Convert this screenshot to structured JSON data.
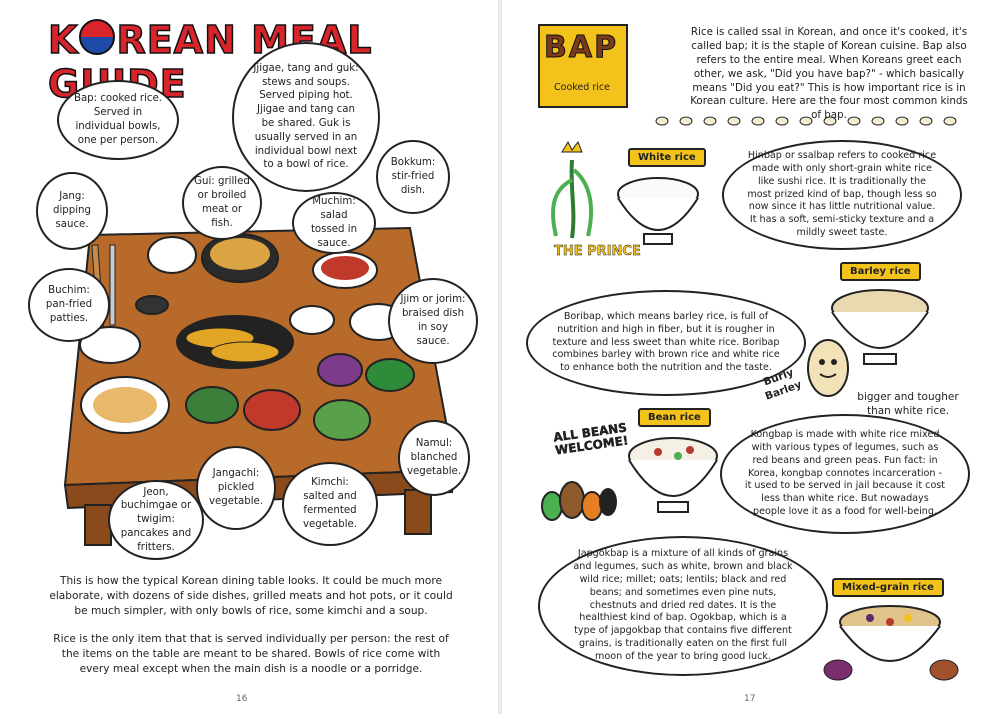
{
  "left_page": {
    "title_pre": "K",
    "title_post": "REAN MEAL GUIDE",
    "bubbles": {
      "bap": "Bap: cooked rice. Served in individual bowls, one per person.",
      "jjigae": "Jjigae, tang and guk: stews and soups. Served piping hot. Jjigae and tang can be shared. Guk is usually served in an individual bowl next to a bowl of rice.",
      "bokkum": "Bokkum: stir-fried dish.",
      "jang": "Jang: dipping sauce.",
      "gui": "Gui: grilled or broiled meat or fish.",
      "muchim": "Muchim: salad tossed in sauce.",
      "buchim": "Buchim: pan-fried patties.",
      "jjim": "Jjim or jorim: braised dish in soy sauce.",
      "namul": "Namul: blanched vegetable.",
      "jangachi": "Jangachi: pickled vegetable.",
      "kimchi": "Kimchi: salted and fermented vegetable.",
      "jeon": "Jeon, buchimgae or twigim: pancakes and fritters."
    },
    "para1": "This is how the typical Korean dining table looks. It could be much more elaborate, with dozens of side dishes, grilled meats and hot pots, or it could be much simpler, with only bowls of rice, some kimchi and a soup.",
    "para2": "Rice is the only item that that is served individually per person: the rest of the items on the table are meant to be shared. Bowls of rice come with every meal except when the main dish is a noodle or a porridge.",
    "page_number": "16"
  },
  "right_page": {
    "bap_word": "BAP",
    "bap_caption": "Cooked rice",
    "intro": "Rice is called ssal in Korean, and once it's cooked, it's called bap; it is the staple of Korean cuisine. Bap also refers to the entire meal. When Koreans greet each other, we ask, \"Did you have bap?\" - which basically means \"Did you eat?\" This is how important rice is in Korean culture. Here are the four most common kinds of bap.",
    "prince_label": "THE PRINCE",
    "white_rice_tag": "White rice",
    "white_rice_text": "Hinbap or ssalbap refers to cooked rice made with only short-grain white rice like sushi rice. It is traditionally the most prized kind of bap, though less so now since it has little nutritional value. It has a soft, semi-sticky texture and a mildly sweet taste.",
    "barley_tag": "Barley rice",
    "barley_text": "Boribap, which means barley rice, is full of nutrition and high in fiber, but it is rougher in texture and less sweet than white rice. Boribap combines barley with brown rice and white rice to enhance both the nutrition and the taste.",
    "burly_barley": "Burly Barley",
    "bigger_tougher": "bigger and tougher than white rice.",
    "all_beans": "ALL BEANS WELCOME!",
    "bean_tag": "Bean rice",
    "bean_text": "Kongbap is made with white rice mixed with various types of legumes, such as red beans and green peas. Fun fact: in Korea, kongbap connotes incarceration - it used to be served in jail because it cost less than white rice. But nowadays people love it as a food for well-being.",
    "mixed_tag": "Mixed-grain rice",
    "mixed_text": "Japgokbap is a mixture of all kinds of grains and legumes, such as white, brown and black wild rice; millet; oats; lentils; black and red beans; and sometimes even pine nuts, chestnuts and dried red dates. It is the healthiest kind of bap. Ogokbap, which is a type of japgokbap that contains five different grains, is traditionally eaten on the first full moon of the year to bring good luck.",
    "page_number": "17"
  },
  "colors": {
    "title_red": "#d9242b",
    "korea_blue": "#1f4aa8",
    "tag_yellow": "#f3c21b",
    "table_brown": "#b86a2a"
  }
}
